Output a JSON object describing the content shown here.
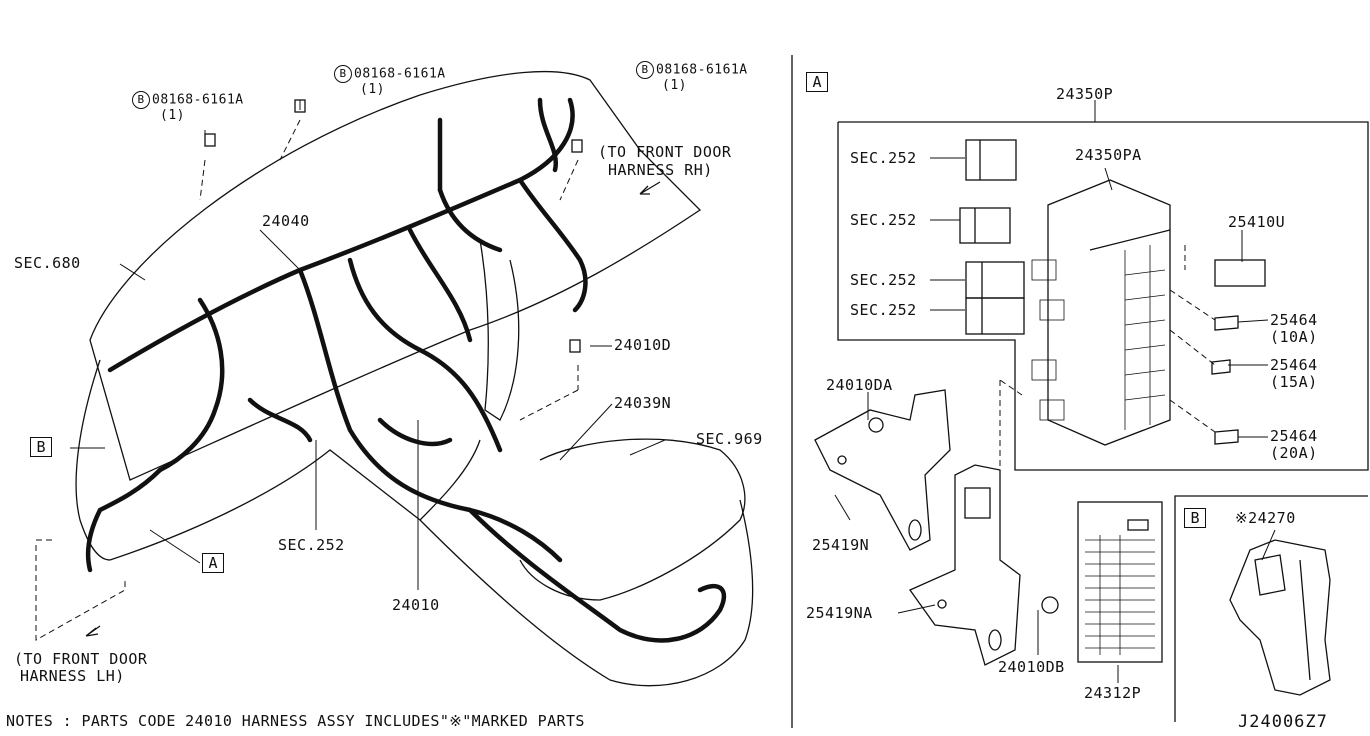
{
  "bolt_callouts": [
    {
      "letter": "B",
      "part": "08168-6161A",
      "qty": "(1)"
    },
    {
      "letter": "B",
      "part": "08168-6161A",
      "qty": "(1)"
    },
    {
      "letter": "B",
      "part": "08168-6161A",
      "qty": "(1)"
    }
  ],
  "main_labels": {
    "front_door_rh": [
      "(TO FRONT DOOR",
      "HARNESS RH)"
    ],
    "front_door_lh": [
      "(TO FRONT DOOR",
      "HARNESS LH)"
    ],
    "sec680": "SEC.680",
    "p24040": "24040",
    "p24010d": "24010D",
    "p24039n": "24039N",
    "sec969": "SEC.969",
    "sec252": "SEC.252",
    "p24010": "24010",
    "box_a": "A",
    "box_b": "B"
  },
  "detail_a": {
    "box": "A",
    "p24350p": "24350P",
    "p24350pa": "24350PA",
    "sec252": [
      "SEC.252",
      "SEC.252",
      "SEC.252",
      "SEC.252"
    ],
    "p25410u": "25410U",
    "fuses": [
      {
        "part": "25464",
        "rating": "(10A)"
      },
      {
        "part": "25464",
        "rating": "(15A)"
      },
      {
        "part": "25464",
        "rating": "(20A)"
      }
    ],
    "p24010da": "24010DA",
    "p25419n": "25419N",
    "p25419na": "25419NA",
    "p24010db": "24010DB",
    "p24312p": "24312P"
  },
  "detail_b": {
    "box": "B",
    "part": "※24270"
  },
  "notes": "NOTES : PARTS CODE 24010 HARNESS ASSY INCLUDES\"※\"MARKED PARTS",
  "diagram_code": "J24006Z7"
}
